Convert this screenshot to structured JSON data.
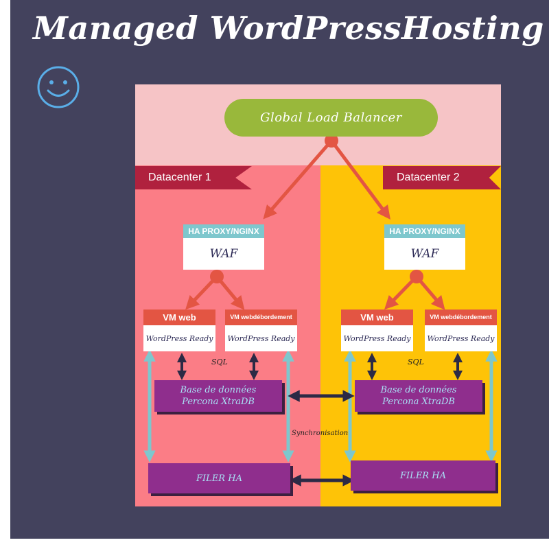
{
  "title": "Managed WordPressHosting",
  "icons": {
    "smiley": "smiley-face-icon"
  },
  "colors": {
    "background": "#43425d",
    "datacenter1": "#fb7d86",
    "datacenter2": "#fec307",
    "top_band": "#f6c4c6",
    "load_balancer": "#99b83b",
    "arrow_red": "#e35543",
    "arrow_teal": "#7ec7cd",
    "arrow_dark": "#2c2a45",
    "purple": "#8f2e8d",
    "label_dark_red": "#b0213e"
  },
  "load_balancer": {
    "label": "Global Load Balancer"
  },
  "datacenters": [
    {
      "label": "Datacenter 1",
      "proxy": {
        "header": "HA PROXY/NGINX",
        "body": "WAF"
      },
      "vm_web": {
        "header": "VM web",
        "body": "WordPress Ready"
      },
      "vm_overflow": {
        "header_line1": "VM web",
        "header_line2": "débordement",
        "body": "WordPress Ready"
      },
      "sql_label": "SQL",
      "database": {
        "line1": "Base de données",
        "line2": "Percona XtraDB"
      },
      "filer": "FILER HA"
    },
    {
      "label": "Datacenter 2",
      "proxy": {
        "header": "HA PROXY/NGINX",
        "body": "WAF"
      },
      "vm_web": {
        "header": "VM web",
        "body": "WordPress Ready"
      },
      "vm_overflow": {
        "header_line1": "VM web",
        "header_line2": "débordement",
        "body": "WordPress Ready"
      },
      "sql_label": "SQL",
      "database": {
        "line1": "Base de données",
        "line2": "Percona XtraDB"
      },
      "filer": "FILER HA"
    }
  ],
  "sync_label": "Synchronisation"
}
